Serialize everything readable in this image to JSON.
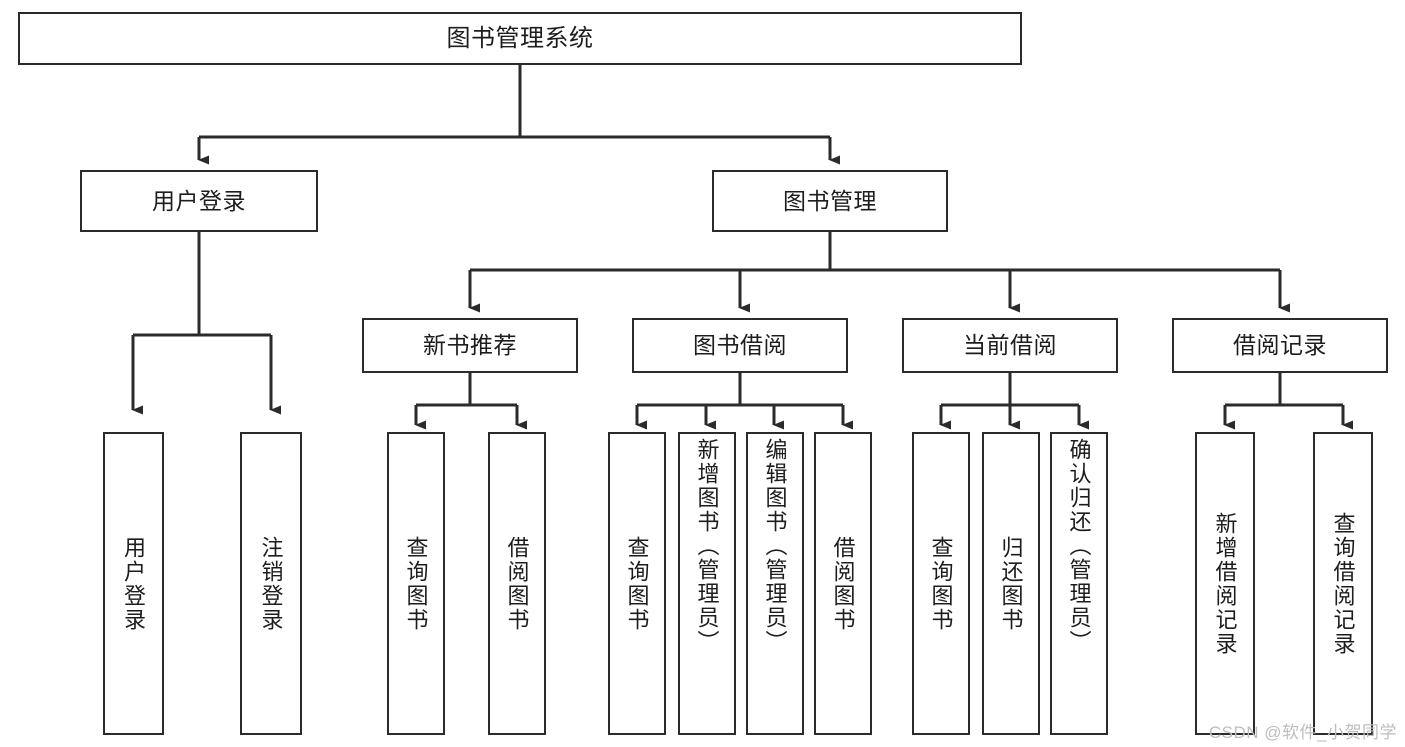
{
  "diagram": {
    "type": "tree",
    "title": "图书管理系统",
    "orientation": "top-down",
    "edge_color": "#2b2b2b",
    "node_border_color": "#2b2b2b",
    "node_fill_color": "#ffffff",
    "levels": 4
  },
  "nodes": {
    "root": {
      "label": "图书管理系统",
      "level": 1
    },
    "l2": [
      {
        "id": "user-login",
        "label": "用户登录",
        "level": 2
      },
      {
        "id": "book-manage",
        "label": "图书管理",
        "level": 2
      }
    ],
    "l3": [
      {
        "id": "new-book-recommend",
        "label": "新书推荐",
        "level": 3,
        "parent": "book-manage"
      },
      {
        "id": "book-borrow",
        "label": "图书借阅",
        "level": 3,
        "parent": "book-manage"
      },
      {
        "id": "current-borrow",
        "label": "当前借阅",
        "level": 3,
        "parent": "book-manage"
      },
      {
        "id": "borrow-record",
        "label": "借阅记录",
        "level": 3,
        "parent": "book-manage"
      }
    ],
    "leaves": [
      {
        "id": "leaf-user-login",
        "label": "用户登录",
        "parent": "user-login"
      },
      {
        "id": "leaf-logout",
        "label": "注销登录",
        "parent": "user-login"
      },
      {
        "id": "leaf-query-book-1",
        "label": "查询图书",
        "parent": "new-book-recommend"
      },
      {
        "id": "leaf-borrow-book-1",
        "label": "借阅图书",
        "parent": "new-book-recommend"
      },
      {
        "id": "leaf-query-book-2",
        "label": "查询图书",
        "parent": "book-borrow"
      },
      {
        "id": "leaf-add-book",
        "label": "新增图书（管理员）",
        "parent": "book-borrow"
      },
      {
        "id": "leaf-edit-book",
        "label": "编辑图书（管理员）",
        "parent": "book-borrow"
      },
      {
        "id": "leaf-borrow-book-2",
        "label": "借阅图书",
        "parent": "book-borrow"
      },
      {
        "id": "leaf-query-book-3",
        "label": "查询图书",
        "parent": "current-borrow"
      },
      {
        "id": "leaf-return-book",
        "label": "归还图书",
        "parent": "current-borrow"
      },
      {
        "id": "leaf-confirm-return",
        "label": "确认归还（管理员）",
        "parent": "current-borrow"
      },
      {
        "id": "leaf-add-record",
        "label": "新增借阅记录",
        "parent": "borrow-record"
      },
      {
        "id": "leaf-query-record",
        "label": "查询借阅记录",
        "parent": "borrow-record"
      }
    ]
  },
  "watermark": {
    "text": "CSDN @软件_小贺同学"
  }
}
